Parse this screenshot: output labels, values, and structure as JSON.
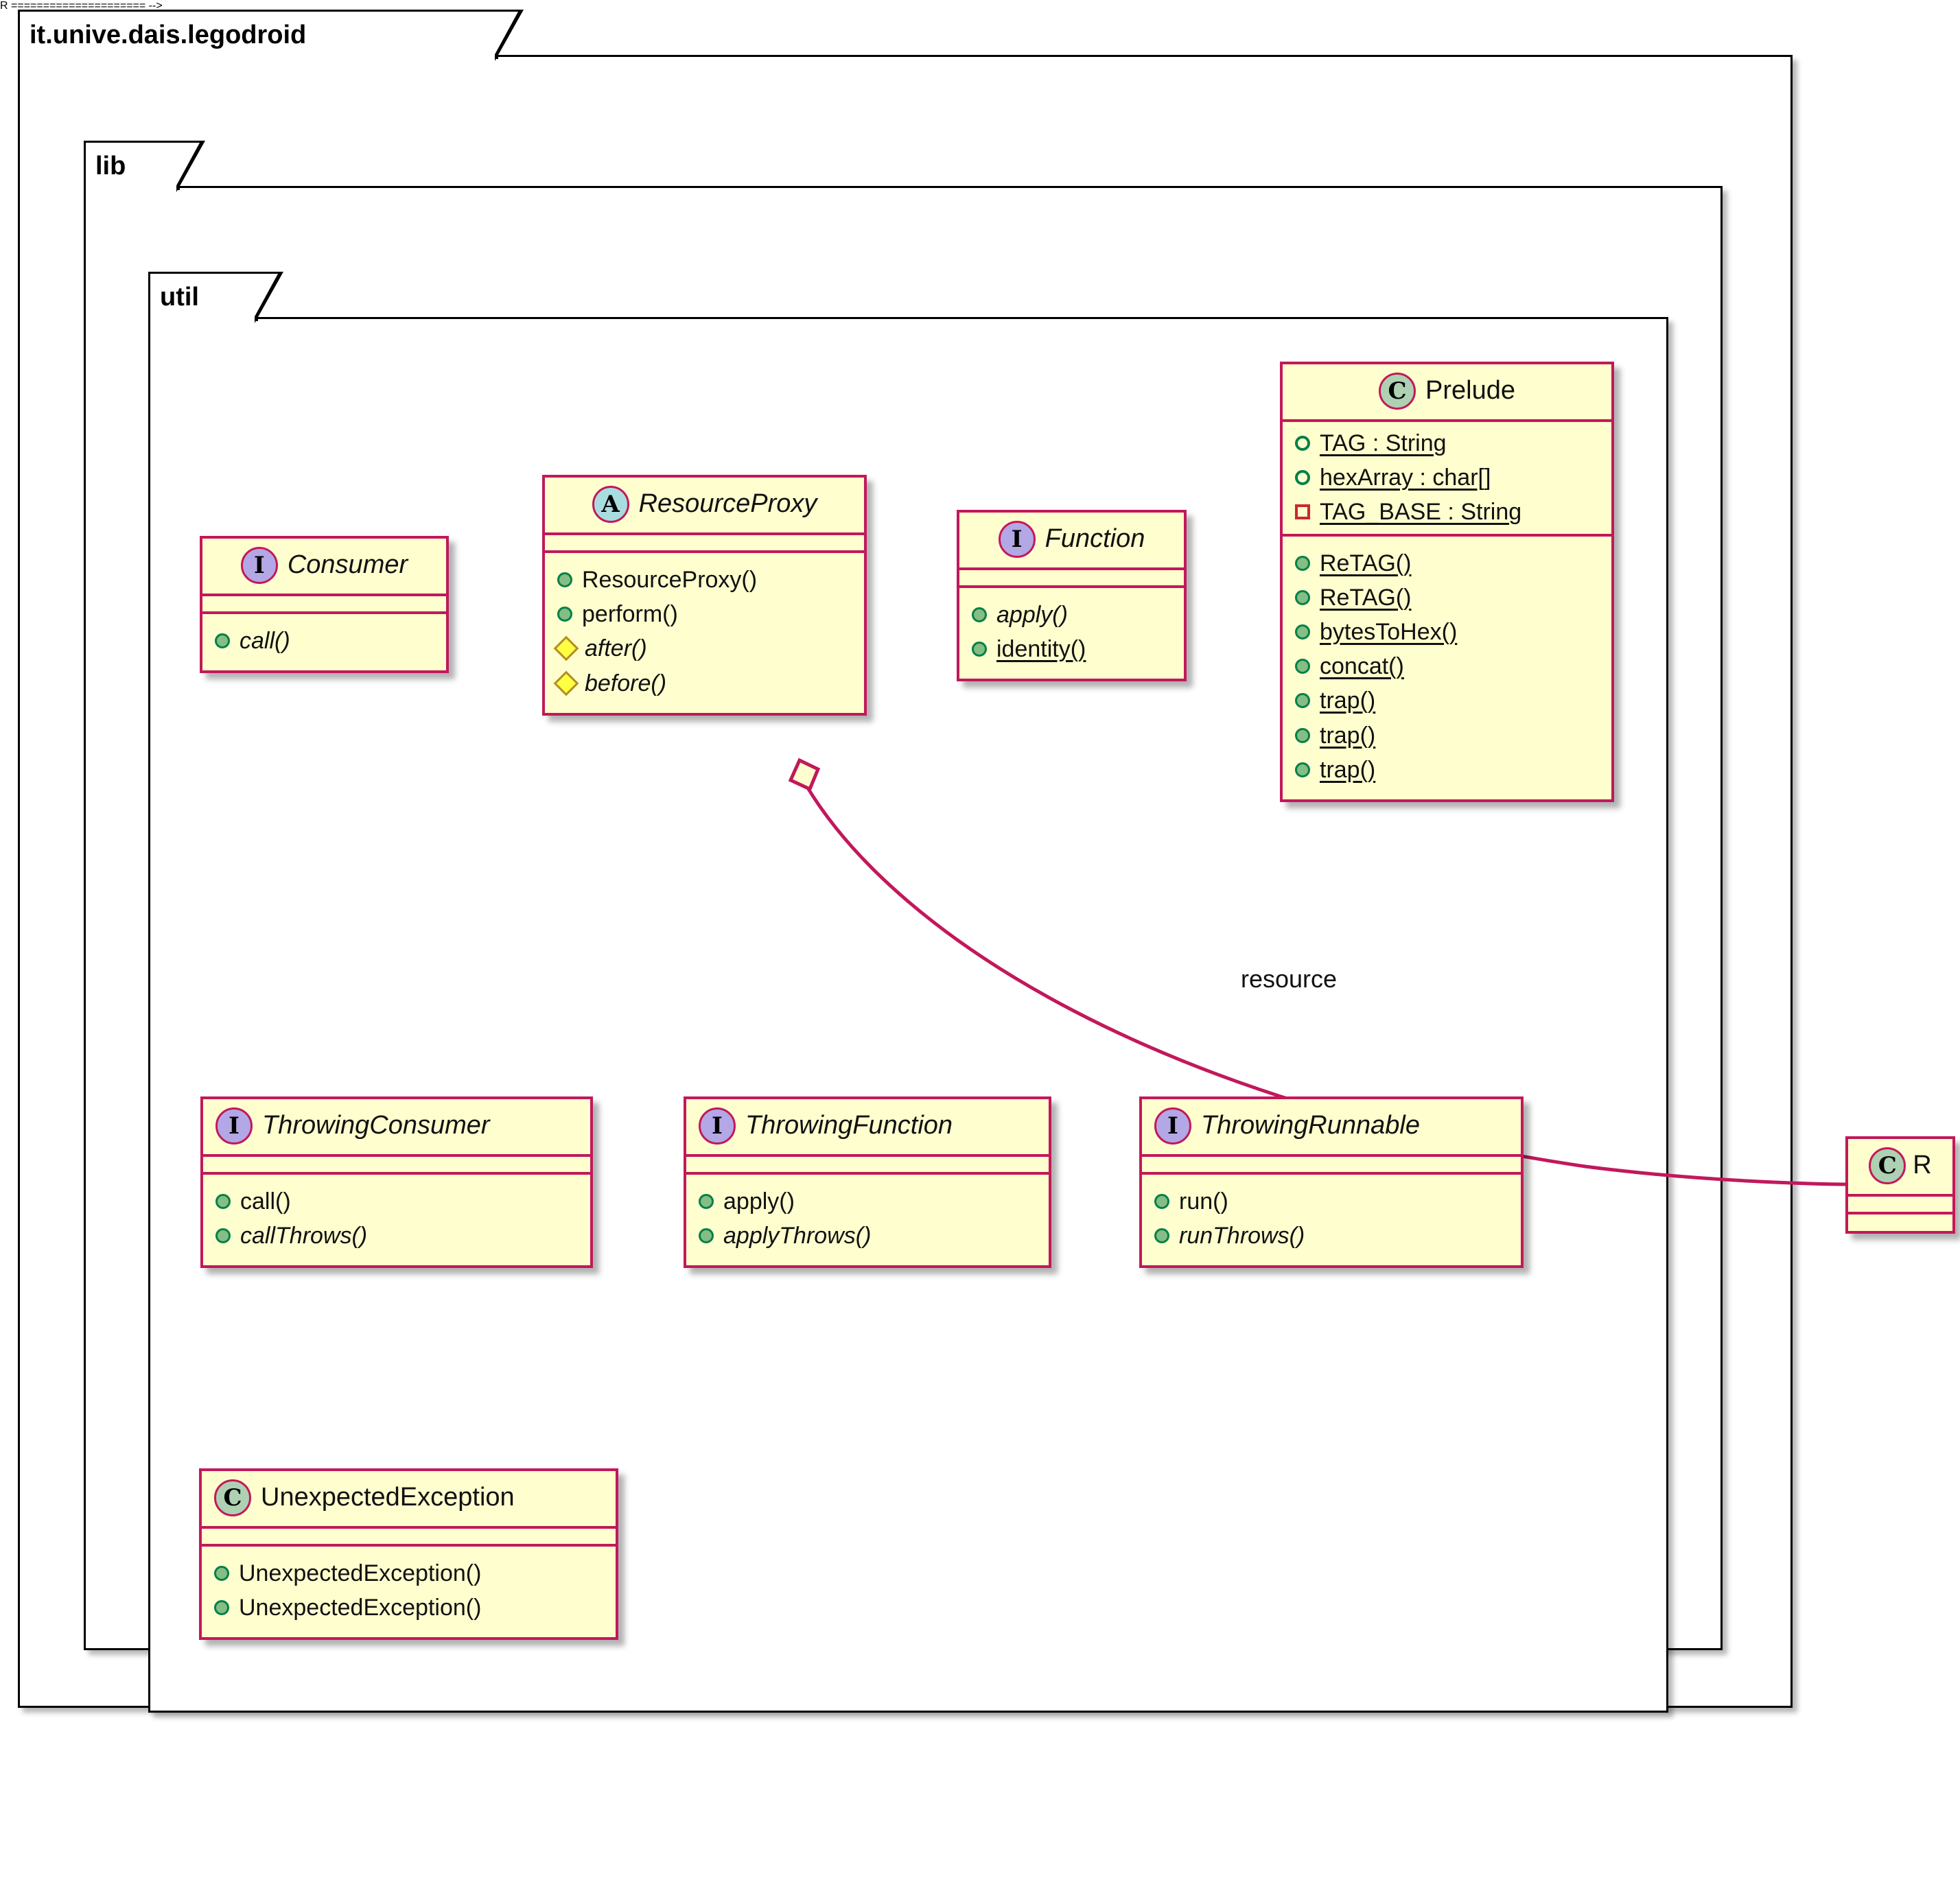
{
  "diagram": {
    "type": "uml-class-diagram",
    "colors": {
      "class_border": "#C2185B",
      "class_fill": "#FEFECE",
      "package_border": "#000000",
      "interface_badge": "#B4A7E5",
      "class_badge": "#ADD1B2",
      "abstract_badge": "#A9DCDF",
      "public_visibility": "#84BE84",
      "private_visibility": "#C82930",
      "protected_visibility": "#FFFF44",
      "association_line": "#C2185B",
      "background": "#FFFFFF"
    }
  },
  "packages": [
    {
      "name": "it.unive.dais.legodroid"
    },
    {
      "name": "lib"
    },
    {
      "name": "util"
    }
  ],
  "classes": {
    "consumer": {
      "name": "Consumer",
      "stereotype": "I",
      "kind": "interface",
      "abstract_name": true,
      "fields": [],
      "methods": [
        {
          "label": "call()",
          "visibility": "public",
          "abstract": true,
          "static": false
        }
      ]
    },
    "resource_proxy": {
      "name": "ResourceProxy",
      "stereotype": "A",
      "kind": "abstract",
      "abstract_name": true,
      "fields": [],
      "methods": [
        {
          "label": "ResourceProxy()",
          "visibility": "public",
          "abstract": false,
          "static": false
        },
        {
          "label": "perform()",
          "visibility": "public",
          "abstract": false,
          "static": false
        },
        {
          "label": "after()",
          "visibility": "protected",
          "abstract": true,
          "static": false
        },
        {
          "label": "before()",
          "visibility": "protected",
          "abstract": true,
          "static": false
        }
      ]
    },
    "function": {
      "name": "Function",
      "stereotype": "I",
      "kind": "interface",
      "abstract_name": true,
      "fields": [],
      "methods": [
        {
          "label": "apply()",
          "visibility": "public",
          "abstract": true,
          "static": false
        },
        {
          "label": "identity()",
          "visibility": "public",
          "abstract": false,
          "static": true
        }
      ]
    },
    "prelude": {
      "name": "Prelude",
      "stereotype": "C",
      "kind": "class",
      "abstract_name": false,
      "fields": [
        {
          "label": "TAG : String",
          "visibility": "public-static",
          "static": true
        },
        {
          "label": "hexArray : char[]",
          "visibility": "public-static",
          "static": true
        },
        {
          "label": "TAG_BASE : String",
          "visibility": "private",
          "static": true
        }
      ],
      "methods": [
        {
          "label": "ReTAG()",
          "visibility": "public",
          "abstract": false,
          "static": true
        },
        {
          "label": "ReTAG()",
          "visibility": "public",
          "abstract": false,
          "static": true
        },
        {
          "label": "bytesToHex()",
          "visibility": "public",
          "abstract": false,
          "static": true
        },
        {
          "label": "concat()",
          "visibility": "public",
          "abstract": false,
          "static": true
        },
        {
          "label": "trap()",
          "visibility": "public",
          "abstract": false,
          "static": true
        },
        {
          "label": "trap()",
          "visibility": "public",
          "abstract": false,
          "static": true
        },
        {
          "label": "trap()",
          "visibility": "public",
          "abstract": false,
          "static": true
        }
      ]
    },
    "throwing_consumer": {
      "name": "ThrowingConsumer",
      "stereotype": "I",
      "kind": "interface",
      "abstract_name": true,
      "fields": [],
      "methods": [
        {
          "label": "call()",
          "visibility": "public",
          "abstract": false,
          "static": false
        },
        {
          "label": "callThrows()",
          "visibility": "public",
          "abstract": true,
          "static": false
        }
      ]
    },
    "throwing_function": {
      "name": "ThrowingFunction",
      "stereotype": "I",
      "kind": "interface",
      "abstract_name": true,
      "fields": [],
      "methods": [
        {
          "label": "apply()",
          "visibility": "public",
          "abstract": false,
          "static": false
        },
        {
          "label": "applyThrows()",
          "visibility": "public",
          "abstract": true,
          "static": false
        }
      ]
    },
    "throwing_runnable": {
      "name": "ThrowingRunnable",
      "stereotype": "I",
      "kind": "interface",
      "abstract_name": true,
      "fields": [],
      "methods": [
        {
          "label": "run()",
          "visibility": "public",
          "abstract": false,
          "static": false
        },
        {
          "label": "runThrows()",
          "visibility": "public",
          "abstract": true,
          "static": false
        }
      ]
    },
    "unexpected_exception": {
      "name": "UnexpectedException",
      "stereotype": "C",
      "kind": "class",
      "abstract_name": false,
      "fields": [],
      "methods": [
        {
          "label": "UnexpectedException()",
          "visibility": "public",
          "abstract": false,
          "static": false
        },
        {
          "label": "UnexpectedException()",
          "visibility": "public",
          "abstract": false,
          "static": false
        }
      ]
    },
    "r": {
      "name": "R",
      "stereotype": "C",
      "kind": "class",
      "abstract_name": false,
      "fields": [],
      "methods": []
    }
  },
  "relations": [
    {
      "kind": "aggregation",
      "from": "ResourceProxy",
      "to": "R",
      "label": "resource"
    }
  ]
}
